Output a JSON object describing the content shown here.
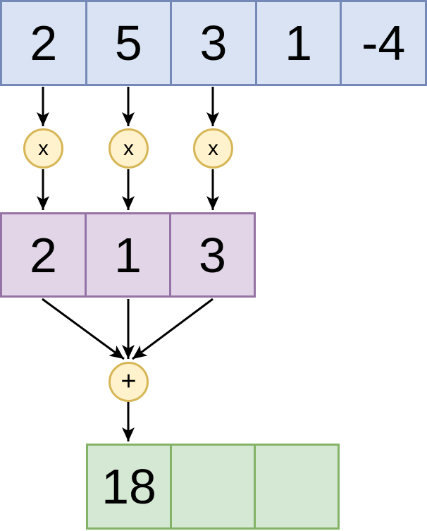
{
  "diagram": {
    "type": "1d-convolution-step",
    "input_array": {
      "cells": [
        "2",
        "5",
        "3",
        "1",
        "-4"
      ]
    },
    "kernel_array": {
      "cells": [
        "2",
        "1",
        "3"
      ]
    },
    "output_array": {
      "cells": [
        "18",
        "",
        ""
      ]
    },
    "operators": {
      "multiply": "x",
      "add": "+"
    }
  },
  "colors": {
    "input_fill": "#d9e3f3",
    "input_stroke": "#7589b9",
    "kernel_fill": "#e1d5e7",
    "kernel_stroke": "#9673a6",
    "output_fill": "#d5e8d4",
    "output_stroke": "#82b366",
    "op_fill": "#fff2cc",
    "op_stroke": "#d6b656",
    "arrow_color": "#000000"
  }
}
